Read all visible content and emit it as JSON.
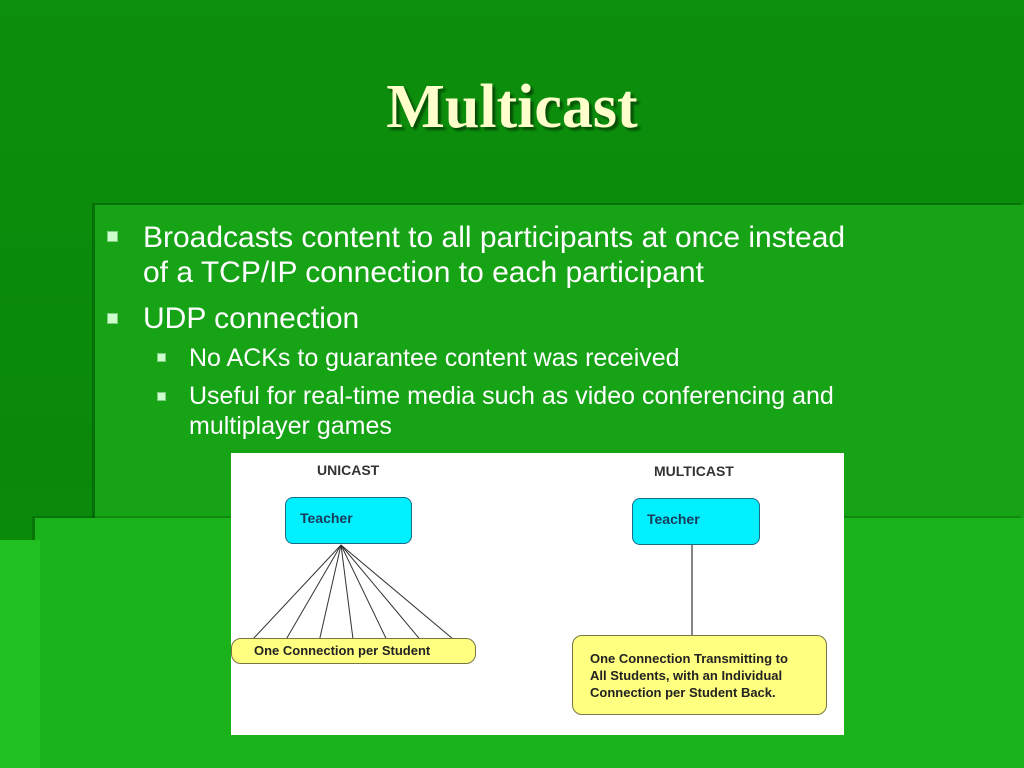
{
  "slide": {
    "title": "Multicast",
    "bullets": [
      {
        "level": 1,
        "lines": [
          "Broadcasts content to all participants at once instead",
          "of a TCP/IP connection to each participant"
        ]
      },
      {
        "level": 1,
        "lines": [
          "UDP connection"
        ]
      },
      {
        "level": 2,
        "lines": [
          "No ACKs to guarantee content was received"
        ]
      },
      {
        "level": 2,
        "lines": [
          "Useful for real-time media such as video conferencing and",
          "multiplayer games"
        ]
      }
    ]
  },
  "diagram": {
    "unicast": {
      "heading": "UNICAST",
      "source": "Teacher",
      "target": "One Connection per Student",
      "connection_lines": 7
    },
    "multicast": {
      "heading": "MULTICAST",
      "source": "Teacher",
      "target_lines": [
        "One Connection Transmitting to",
        "All Students, with an Individual",
        "Connection per Student Back."
      ]
    }
  },
  "colors": {
    "background": "#0b8a0b",
    "title": "#ffffcc",
    "bullet_text": "#ffffff",
    "node_fill": "#00f0ff",
    "target_fill": "#ffff80"
  }
}
